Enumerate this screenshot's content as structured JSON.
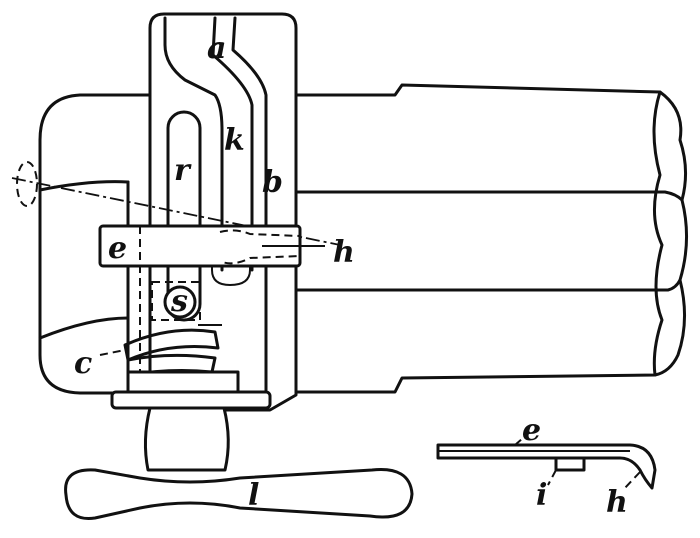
{
  "figure": {
    "labels": {
      "a": "a",
      "k": "k",
      "r": "r",
      "b": "b",
      "e": "e",
      "h": "h",
      "s": "s",
      "c": "c",
      "l": "l"
    },
    "detail_labels": {
      "e": "e",
      "i": "i",
      "h": "h"
    }
  }
}
